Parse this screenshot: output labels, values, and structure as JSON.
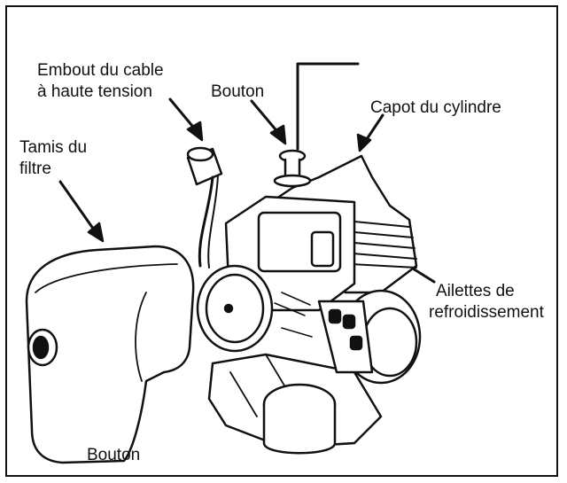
{
  "labels": {
    "embout_line1": "Embout du cable",
    "embout_line2": "à haute tension",
    "bouton_top": "Bouton",
    "capot": "Capot du cylindre",
    "tamis_line1": "Tamis du",
    "tamis_line2": "filtre",
    "ailettes_line1": "Ailettes de",
    "ailettes_line2": "refroidissement",
    "bouton_bottom": "Bouton"
  },
  "colors": {
    "ink": "#111111",
    "paper": "#ffffff",
    "shade": "#bdbdbd"
  }
}
